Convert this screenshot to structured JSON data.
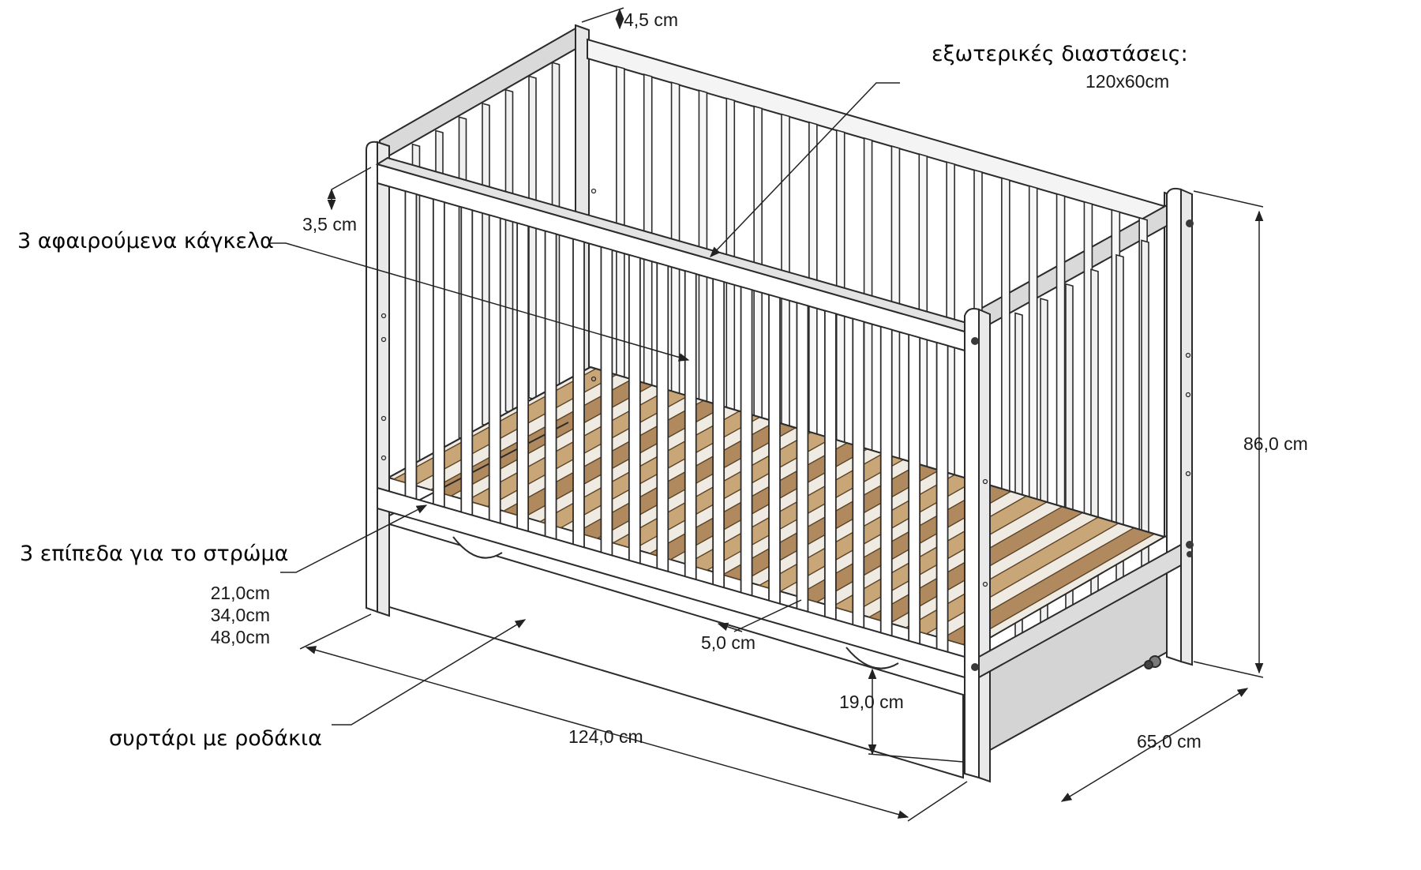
{
  "labels": {
    "ext_title": "εξωτερικές διαστάσεις:",
    "ext_value": "120x60cm",
    "removable_bars": "3 αφαιρούμενα κάγκελα",
    "mattress_levels": "3 επίπεδα για το στρώμα",
    "levels": [
      "21,0cm",
      "34,0cm",
      "48,0cm"
    ],
    "drawer": "συρτάρι με ροδάκια"
  },
  "dimensions": {
    "top_rail": "4,5 cm",
    "rail_thickness": "3,5 cm",
    "height": "86,0 cm",
    "width": "65,0 cm",
    "length": "124,0 cm",
    "drawer_height": "19,0 cm",
    "bar_gap": "5,0 cm"
  },
  "colors": {
    "outline": "#2b2b2b",
    "frame": "#f4f4f4",
    "frame_side": "#c9c9c9",
    "wood": "#b08a5e",
    "wood_light": "#c9a677"
  }
}
